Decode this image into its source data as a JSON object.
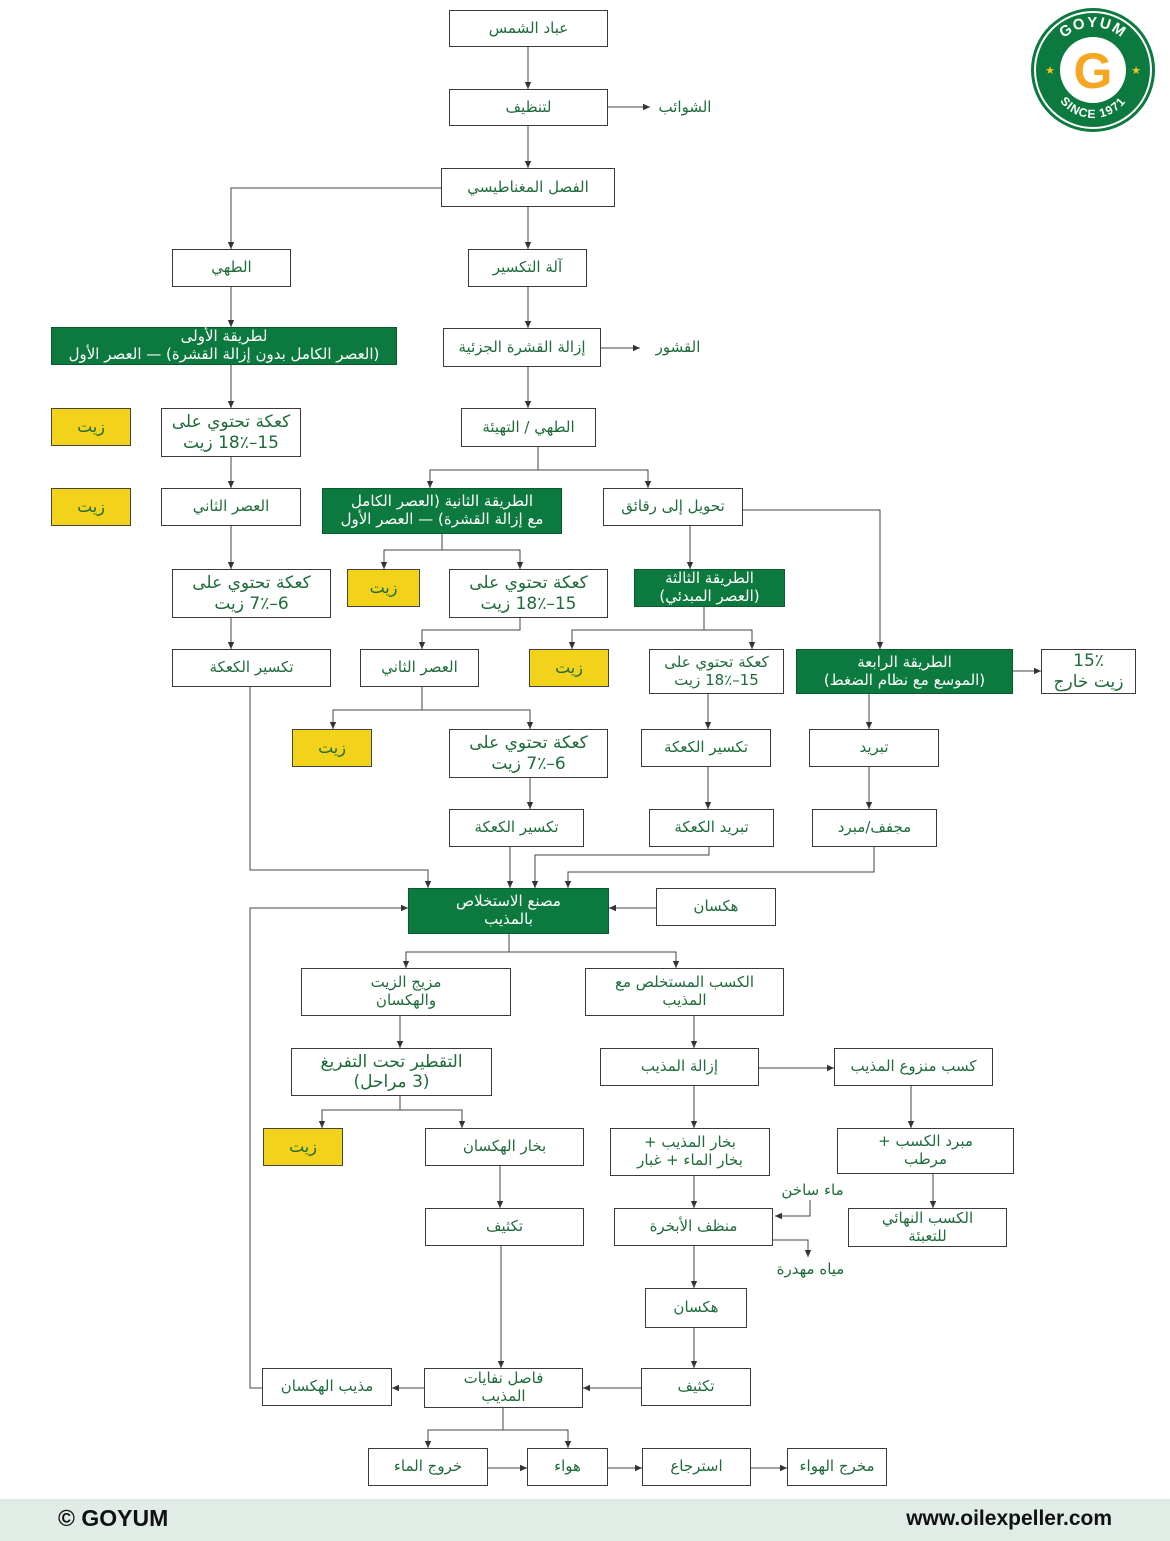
{
  "brand": {
    "logo_top": "GOYUM",
    "logo_letter": "G",
    "logo_bottom": "SINCE 1971",
    "copyright": "© GOYUM",
    "website": "www.oilexpeller.com",
    "colors": {
      "green": "#0c7a3e",
      "yellow": "#f2d21a",
      "orange": "#f5a623",
      "footer": "#e1ece6"
    }
  },
  "nodes": [
    {
      "id": "sunflower",
      "text": "عباد الشمس"
    },
    {
      "id": "cleaning",
      "text": "لتنظيف"
    },
    {
      "id": "impurities",
      "text": "الشوائب"
    },
    {
      "id": "magnetic",
      "text": "الفصل المغناطيسي"
    },
    {
      "id": "cooking1",
      "text": "الطهي"
    },
    {
      "id": "cracker",
      "text": "آلة التكسير"
    },
    {
      "id": "method1",
      "text": "لطريقة الأولى\n(العصر الكامل بدون إزالة القشرة) — العصر الأول"
    },
    {
      "id": "partialDehull",
      "text": "إزالة القشرة الجزئية"
    },
    {
      "id": "hulls",
      "text": "القشور"
    },
    {
      "id": "oil1",
      "text": "زيت"
    },
    {
      "id": "cake1",
      "text": "كعكة تحتوي على\n15–18٪ زيت"
    },
    {
      "id": "conditioning",
      "text": "الطهي / التهيئة"
    },
    {
      "id": "oil2",
      "text": "زيت"
    },
    {
      "id": "secondPress1",
      "text": "العصر الثاني"
    },
    {
      "id": "method2",
      "text": "الطريقة الثانية (العصر الكامل\nمع إزالة القشرة) — العصر الأول"
    },
    {
      "id": "flaking",
      "text": "تحويل إلى رقائق"
    },
    {
      "id": "cake2",
      "text": "كعكة تحتوي على\n6–7٪ زيت"
    },
    {
      "id": "oil3",
      "text": "زيت"
    },
    {
      "id": "cake3",
      "text": "كعكة تحتوي على\n15–18٪ زيت"
    },
    {
      "id": "method3",
      "text": "الطريقة الثالثة\n(العصر المبدئي)"
    },
    {
      "id": "breakCake1",
      "text": "تكسير الكعكة"
    },
    {
      "id": "secondPress2",
      "text": "العصر الثاني"
    },
    {
      "id": "oil4",
      "text": "زيت"
    },
    {
      "id": "cake4",
      "text": "كعكة تحتوي على\n15–18٪ زيت"
    },
    {
      "id": "method4",
      "text": "الطريقة الرابعة\n(الموسع مع نظام الضغط)"
    },
    {
      "id": "oilOut15",
      "text": "15٪\nزيت خارج"
    },
    {
      "id": "oil5",
      "text": "زيت"
    },
    {
      "id": "cake5",
      "text": "كعكة تحتوي على\n6–7٪ زيت"
    },
    {
      "id": "breakCake2",
      "text": "تكسير الكعكة"
    },
    {
      "id": "cooling",
      "text": "تبريد"
    },
    {
      "id": "breakCake3",
      "text": "تكسير الكعكة"
    },
    {
      "id": "coolCake",
      "text": "تبريد الكعكة"
    },
    {
      "id": "dryerCooler",
      "text": "مجفف/مبرد"
    },
    {
      "id": "extraction",
      "text": "مصنع الاستخلاص\nبالمذيب"
    },
    {
      "id": "hexane1",
      "text": "هكسان"
    },
    {
      "id": "miscella",
      "text": "مزيج الزيت\nوالهكسان"
    },
    {
      "id": "extractedMeal",
      "text": "الكسب المستخلص مع\nالمذيب"
    },
    {
      "id": "vacuumDist",
      "text": "التقطير تحت التفريغ\n(3 مراحل)"
    },
    {
      "id": "desolventizer",
      "text": "إزالة المذيب"
    },
    {
      "id": "desolvMeal",
      "text": "كسب منزوع المذيب"
    },
    {
      "id": "oil6",
      "text": "زيت"
    },
    {
      "id": "hexaneVapor",
      "text": "بخار الهكسان"
    },
    {
      "id": "vapors",
      "text": "بخار المذيب +\nبخار الماء + غبار"
    },
    {
      "id": "mealCooler",
      "text": "مبرد الكسب +\nمرطب"
    },
    {
      "id": "hotWater",
      "text": "ماء ساخن"
    },
    {
      "id": "condense1",
      "text": "تكثيف"
    },
    {
      "id": "scrubber",
      "text": "منظف الأبخرة"
    },
    {
      "id": "finalMeal",
      "text": "الكسب النهائي\nللتعبئة"
    },
    {
      "id": "wasteWater",
      "text": "مياه مهدرة"
    },
    {
      "id": "hexane2",
      "text": "هكسان"
    },
    {
      "id": "solventHexane",
      "text": "مذيب الهكسان"
    },
    {
      "id": "separator",
      "text": "فاصل نفايات\nالمذيب"
    },
    {
      "id": "condense2",
      "text": "تكثيف"
    },
    {
      "id": "waterOut",
      "text": "خروج الماء"
    },
    {
      "id": "air",
      "text": "هواء"
    },
    {
      "id": "recovery",
      "text": "استرجاع"
    },
    {
      "id": "airOutlet",
      "text": "مخرج الهواء"
    }
  ]
}
